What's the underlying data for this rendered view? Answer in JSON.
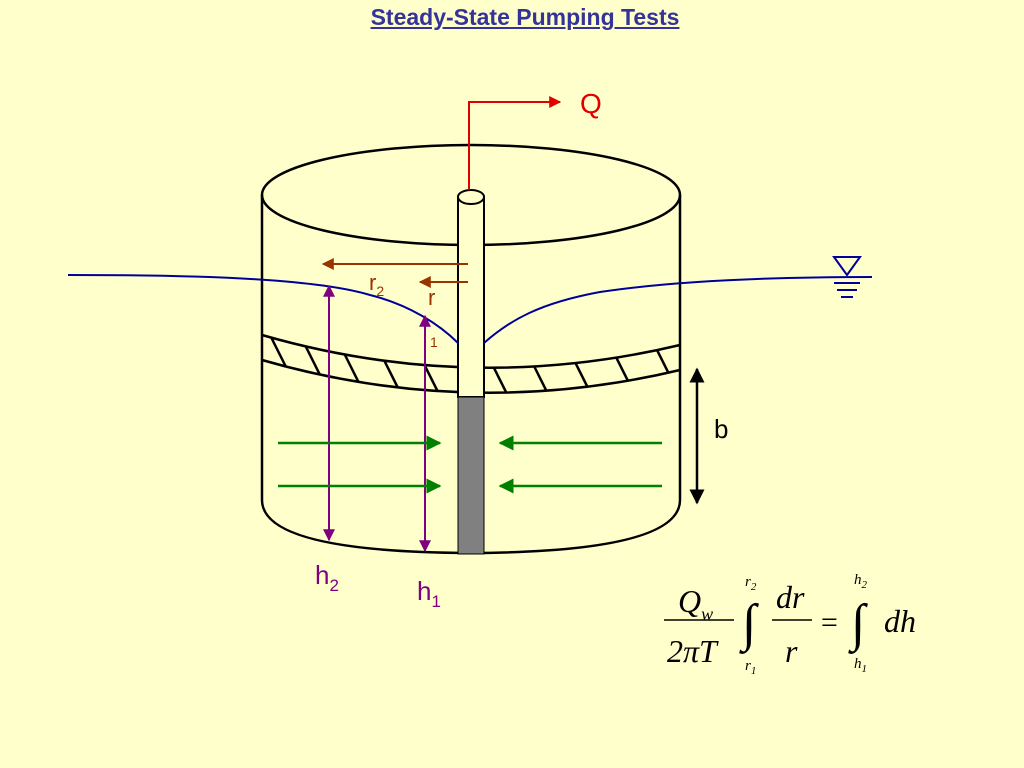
{
  "title": "Steady-State Pumping Tests",
  "labels": {
    "discharge": "Q",
    "thickness": "b",
    "r2_main": "r",
    "r2_sub": "2",
    "r1_main": "r",
    "r1_sub": "1",
    "h2_main": "h",
    "h2_sub": "2",
    "h1_main": "h",
    "h1_sub": "1"
  },
  "equation": {
    "numerator_left": "Q",
    "numerator_left_sub": "w",
    "denominator_left": "2πT",
    "integral": "∫",
    "upper_left_main": "r",
    "upper_left_sub": "2",
    "lower_left_main": "r",
    "lower_left_sub": "1",
    "numerator_mid": "dr",
    "denominator_mid": "r",
    "equals": "=",
    "upper_right_main": "h",
    "upper_right_sub": "2",
    "lower_right_main": "h",
    "lower_right_sub": "1",
    "differential": "dh"
  },
  "colors": {
    "background": "#FFFFCC",
    "title": "#333399",
    "discharge": "#E00000",
    "radius": "#993300",
    "head": "#800080",
    "flow": "#008000",
    "water_table": "#000099",
    "screen": "#808080"
  }
}
